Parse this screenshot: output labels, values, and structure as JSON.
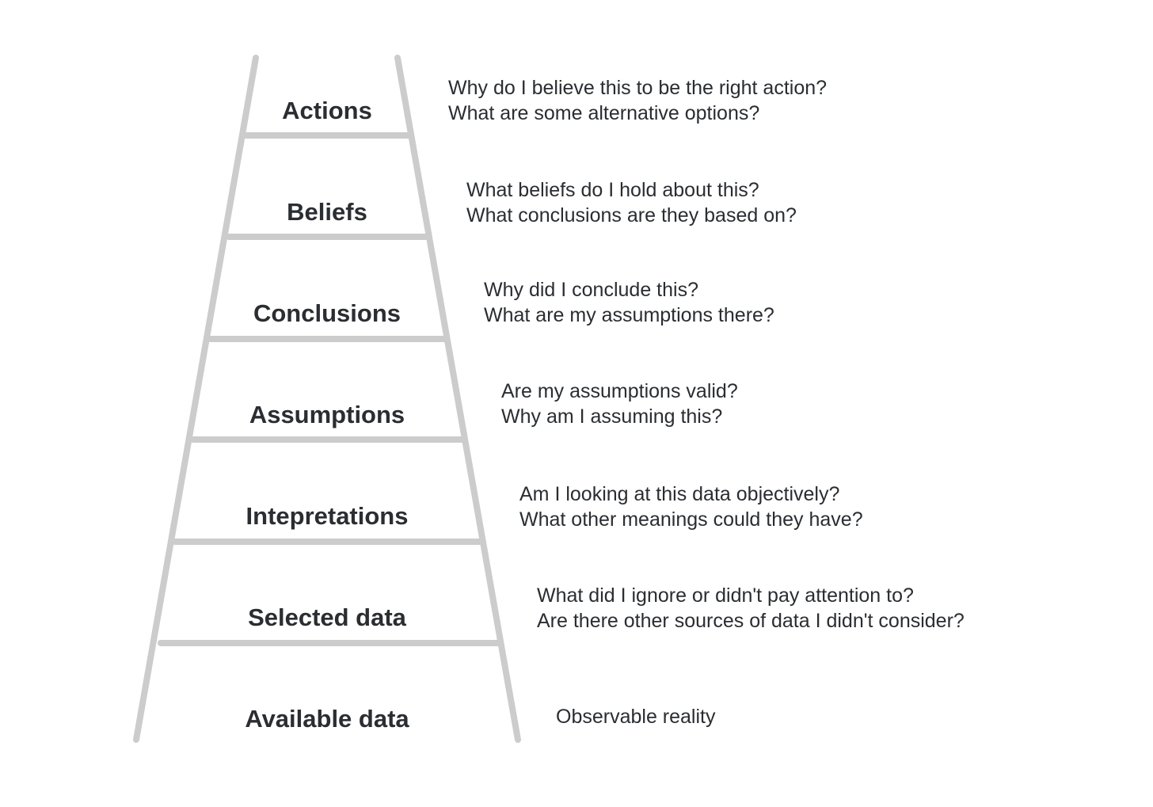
{
  "colors": {
    "ladder": "#cccccc",
    "text": "#2a2d31"
  },
  "rungs": [
    {
      "label": "Actions",
      "questions": [
        "Why do I believe this to be the right action?",
        "What are some alternative options?"
      ]
    },
    {
      "label": "Beliefs",
      "questions": [
        "What beliefs do I hold about this?",
        "What conclusions are they based on?"
      ]
    },
    {
      "label": "Conclusions",
      "questions": [
        "Why did I conclude this?",
        "What are my assumptions there?"
      ]
    },
    {
      "label": "Assumptions",
      "questions": [
        "Are my assumptions valid?",
        "Why am I assuming this?"
      ]
    },
    {
      "label": "Intepretations",
      "questions": [
        "Am I looking at this data objectively?",
        "What other meanings could they have?"
      ]
    },
    {
      "label": "Selected data",
      "questions": [
        "What did I ignore or didn't pay attention to?",
        "Are there other sources of data I didn't consider?"
      ]
    },
    {
      "label": "Available data",
      "questions": [
        "Observable reality"
      ]
    }
  ]
}
